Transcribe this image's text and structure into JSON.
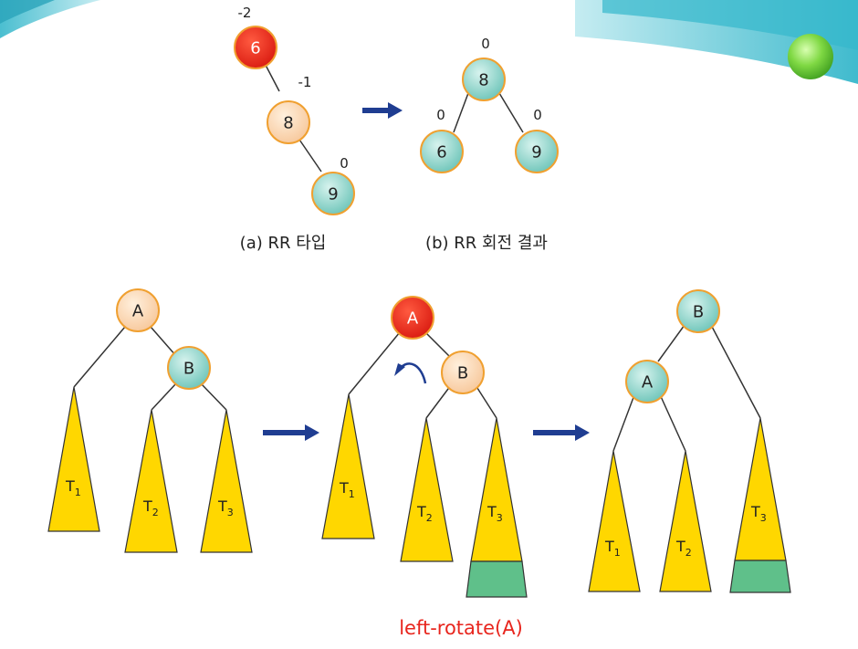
{
  "colors": {
    "red_node": "#e8261e",
    "peach_node": "#fbd5b0",
    "teal_node": "#8ad2c8",
    "node_border": "#f0a030",
    "subtree_fill": "#ffd700",
    "subtree_new_fill": "#5fc08a",
    "arrow": "#1f3d91",
    "caption_red": "#e8261e"
  },
  "top": {
    "rr_type": {
      "caption": "(a) RR 타입",
      "nodes": [
        {
          "label": "6",
          "balance": "-2"
        },
        {
          "label": "8",
          "balance": "-1"
        },
        {
          "label": "9",
          "balance": "0"
        }
      ]
    },
    "rr_result": {
      "caption": "(b) RR 회전 결과",
      "nodes": [
        {
          "label": "8",
          "balance": "0"
        },
        {
          "label": "6",
          "balance": "0"
        },
        {
          "label": "9",
          "balance": "0"
        }
      ]
    }
  },
  "bottom": {
    "before": {
      "node_a": "A",
      "node_b": "B",
      "subtrees": [
        {
          "name": "T",
          "sub": "1"
        },
        {
          "name": "T",
          "sub": "2"
        },
        {
          "name": "T",
          "sub": "3"
        }
      ]
    },
    "during": {
      "node_a": "A",
      "node_b": "B",
      "subtrees": [
        {
          "name": "T",
          "sub": "1"
        },
        {
          "name": "T",
          "sub": "2"
        },
        {
          "name": "T",
          "sub": "3"
        }
      ]
    },
    "after": {
      "node_a": "A",
      "node_b": "B",
      "subtrees": [
        {
          "name": "T",
          "sub": "1"
        },
        {
          "name": "T",
          "sub": "2"
        },
        {
          "name": "T",
          "sub": "3"
        }
      ]
    },
    "operation_label": "left-rotate(A)"
  },
  "icons": [
    "arrow-right-icon",
    "rotate-arrow-icon"
  ]
}
